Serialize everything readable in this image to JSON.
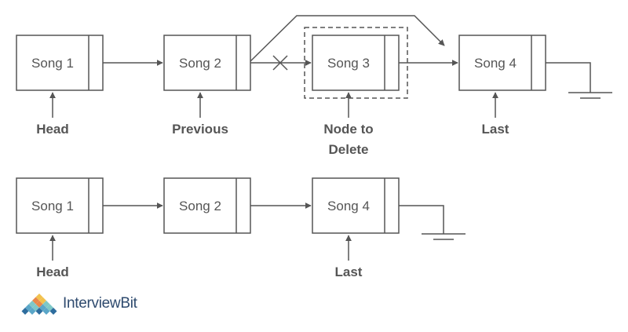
{
  "colors": {
    "stroke": "#555555",
    "node_fill": "#ffffff",
    "text": "#555555",
    "brand_text": "#2e4a6e",
    "logo_colors": [
      "#f2c14e",
      "#e8884a",
      "#7ec8c8",
      "#5aa6c8",
      "#2e6d9e"
    ]
  },
  "top_list": {
    "nodes": [
      "Song 1",
      "Song 2",
      "Song 3",
      "Song 4"
    ],
    "pointers": {
      "head": "Head",
      "previous": "Previous",
      "node_to_delete": [
        "Node to",
        "Delete"
      ],
      "last": "Last"
    }
  },
  "bottom_list": {
    "nodes": [
      "Song 1",
      "Song 2",
      "Song 4"
    ],
    "pointers": {
      "head": "Head",
      "last": "Last"
    }
  },
  "brand": {
    "name": "InterviewBit",
    "logo_icon": "diamond-grid-logo"
  }
}
